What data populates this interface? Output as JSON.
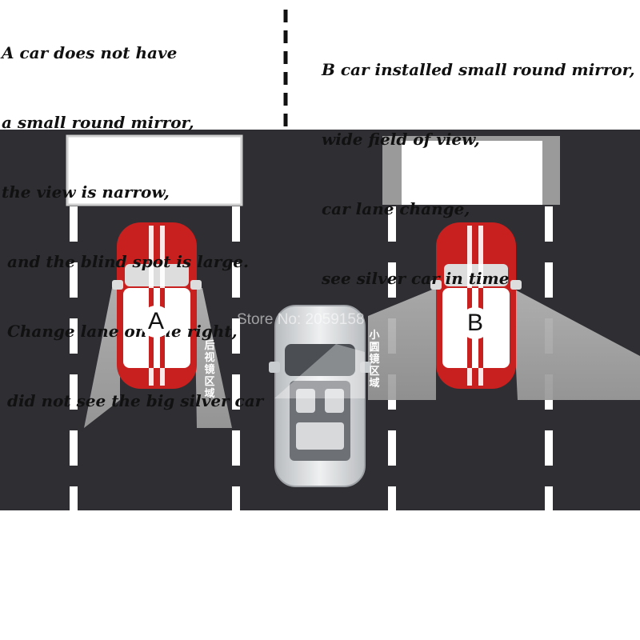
{
  "caption_a": {
    "lines": [
      "A car does not have",
      "a small round mirror,",
      "the view is narrow,",
      " and the blind spot is large.",
      " Change lane on the right,",
      " did not see the big silver car"
    ]
  },
  "caption_b": {
    "lines": [
      "B car installed small round mirror,",
      "wide field of view,",
      "car lane change,",
      "see silver car in time"
    ]
  },
  "cars": {
    "a_label": "A",
    "b_label": "B"
  },
  "labels": {
    "rear_mirror_zone": "后视镜区域",
    "small_round_mirror_zone": "小圆镜区域"
  },
  "watermark": "Store No: 2059158",
  "colors": {
    "road": "#2e2e33",
    "lane_line": "#ffffff",
    "car_red": "#c8201e",
    "silver_car": "#d6d8da",
    "view_cone": "#a8a8a8"
  }
}
